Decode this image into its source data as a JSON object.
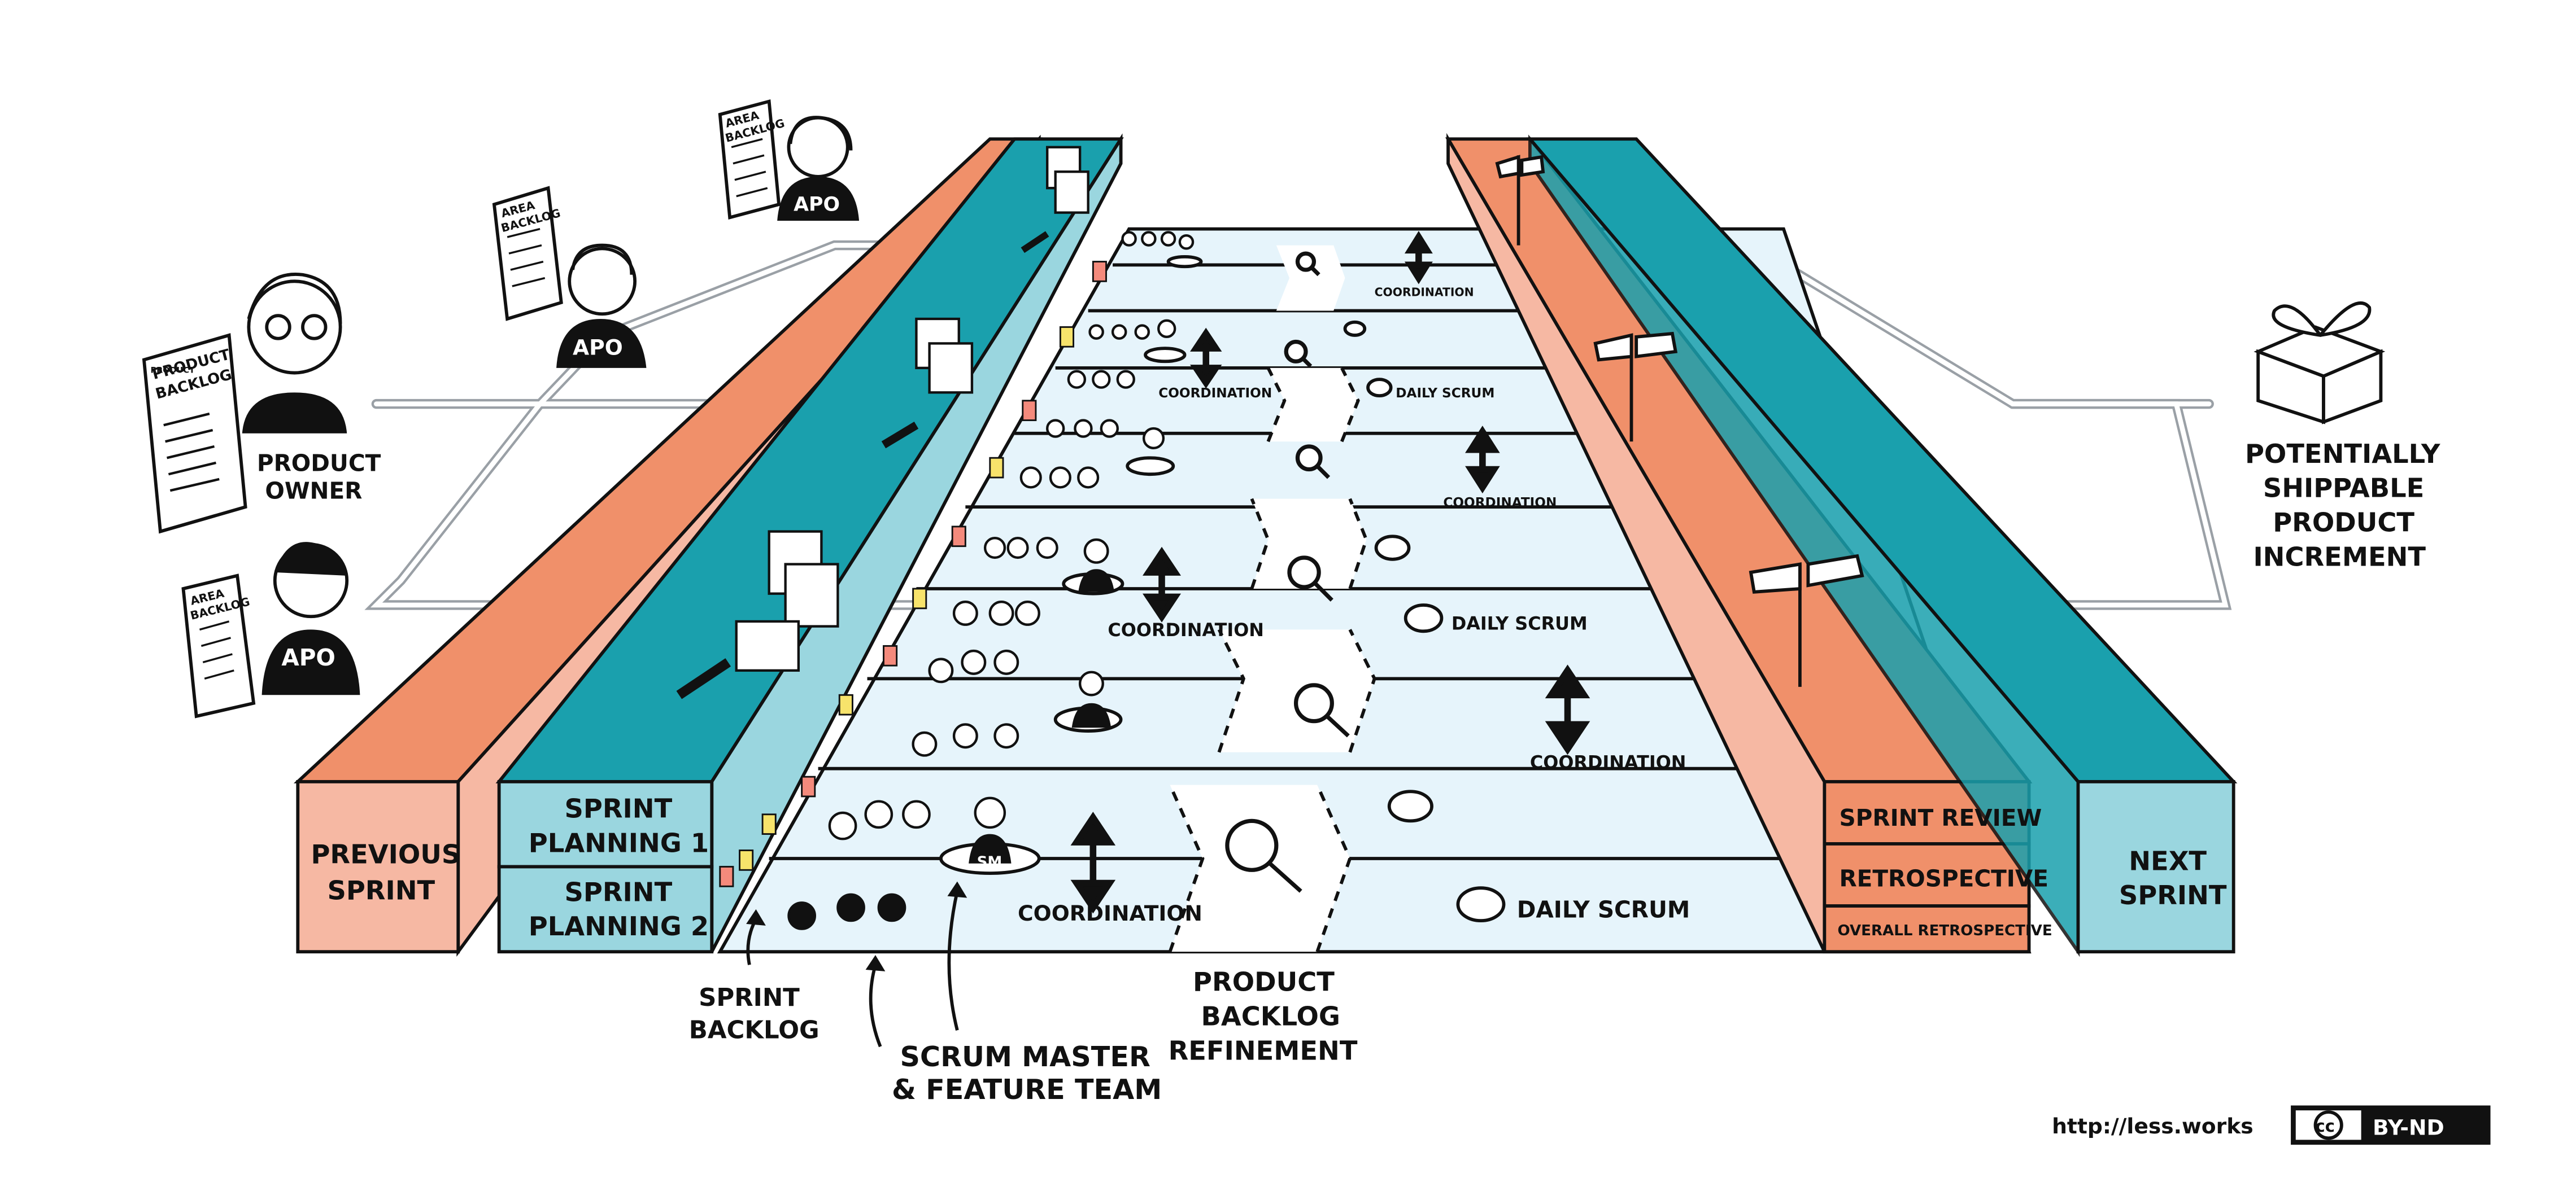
{
  "colors": {
    "salmon": "#f0906a",
    "salmon_light": "#f6b8a3",
    "teal": "#1aa0ad",
    "teal_light": "#9ad6df",
    "floor": "#e6f4fb",
    "ink": "#111111",
    "sticky_yellow": "#f7e36b",
    "sticky_pink": "#f48a7c"
  },
  "people": {
    "product_owner": {
      "label_line1": "PRODUCT",
      "label_line2": "OWNER",
      "doc_line1": "PRODUCT",
      "doc_line2": "BACKLOG"
    },
    "apo_badge": "APO",
    "area_doc_line1": "AREA",
    "area_doc_line2": "BACKLOG"
  },
  "blocks": {
    "previous_sprint_line1": "PREVIOUS",
    "previous_sprint_line2": "SPRINT",
    "sprint_planning_1_line1": "SPRINT",
    "sprint_planning_1_line2": "PLANNING 1",
    "sprint_planning_2_line1": "SPRINT",
    "sprint_planning_2_line2": "PLANNING 2",
    "sprint_review": "SPRINT REVIEW",
    "retrospective": "RETROSPECTIVE",
    "overall_retrospective": "OVERALL RETROSPECTIVE",
    "next_sprint_line1": "NEXT",
    "next_sprint_line2": "SPRINT"
  },
  "lanes": {
    "coordination": "COORDINATION",
    "daily_scrum": "DAILY SCRUM",
    "sm_badge": "SM"
  },
  "callouts": {
    "sprint_backlog_line1": "SPRINT",
    "sprint_backlog_line2": "BACKLOG",
    "scrum_master_line1": "SCRUM MASTER",
    "scrum_master_line2": "& FEATURE TEAM",
    "pbr_line1": "PRODUCT",
    "pbr_line2": "BACKLOG",
    "pbr_line3": "REFINEMENT"
  },
  "increment": {
    "line1": "POTENTIALLY",
    "line2": "SHIPPABLE",
    "line3": "PRODUCT",
    "line4": "INCREMENT"
  },
  "footer": {
    "url": "http://less.works",
    "license_cc": "cc",
    "license_text": "BY-ND"
  }
}
